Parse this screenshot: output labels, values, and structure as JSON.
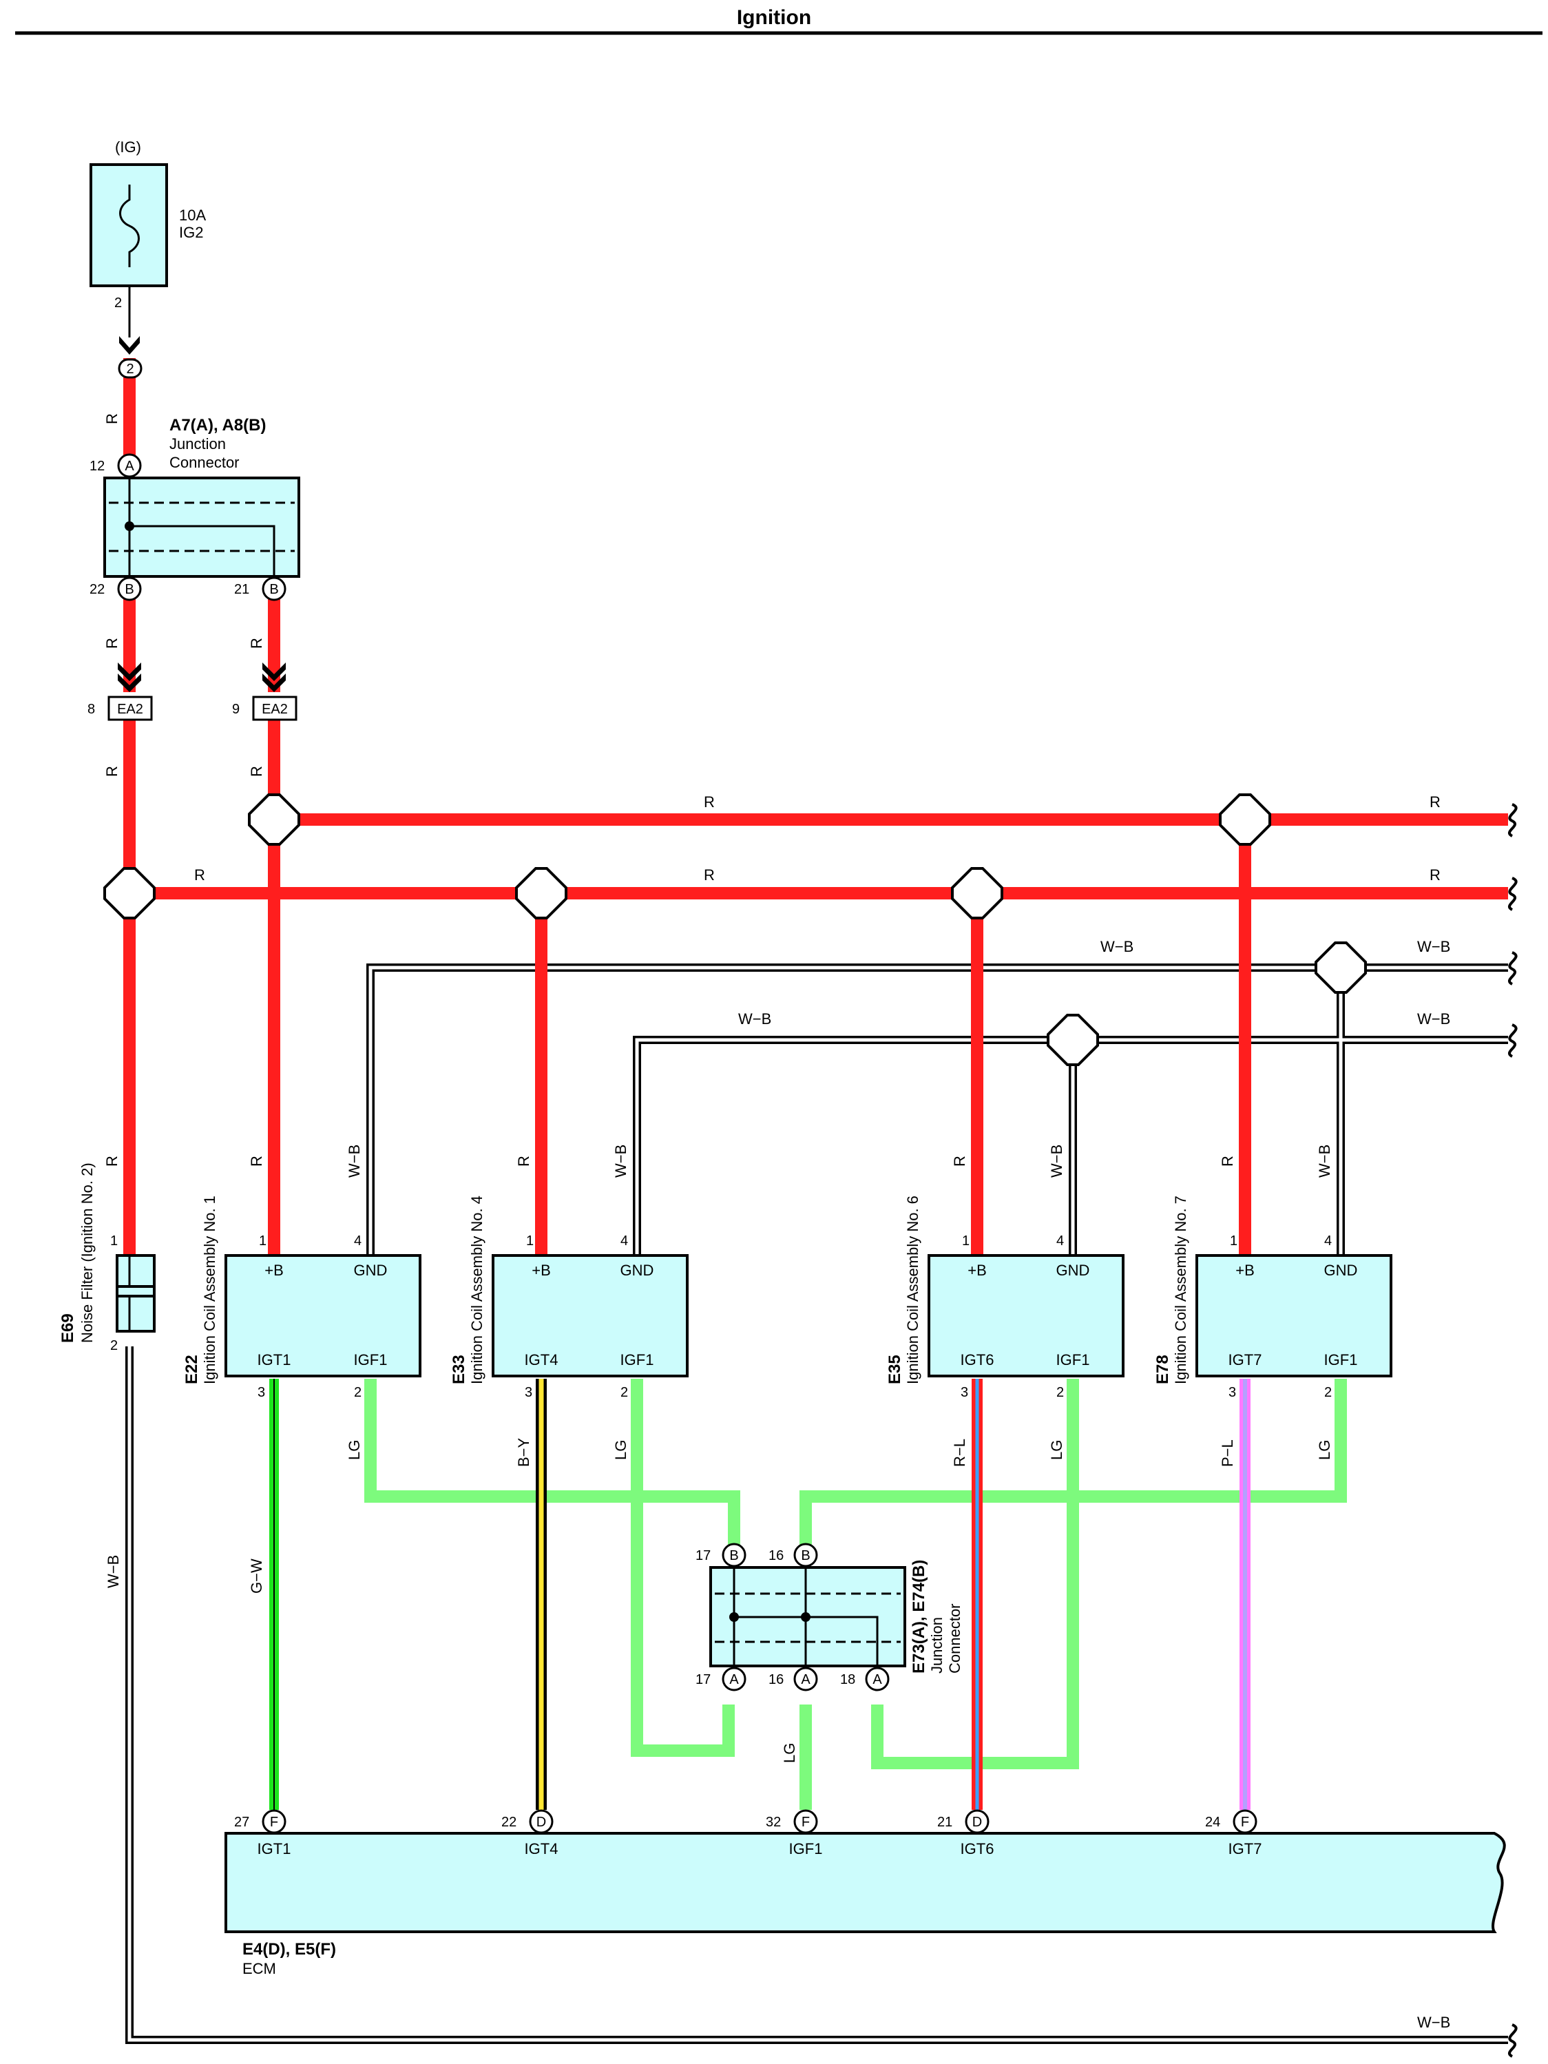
{
  "title": "Ignition",
  "colors": {
    "red": "#ff1e1e",
    "light_green": "#7dfa7d",
    "green": "#1ee61e",
    "yellow": "#ffe633",
    "pink": "#ff78ff",
    "lilac": "#b4a0ff",
    "cyan": "#bff8f8",
    "box_fill": "#ccfcfc"
  },
  "fuse": {
    "source": "(IG)",
    "rating": "10A",
    "name": "IG2",
    "pin": "2"
  },
  "top_connector": {
    "pin": "2"
  },
  "jc_a7": {
    "code": "A7(A), A8(B)",
    "line1": "Junction",
    "line2": "Connector",
    "pin_top": "A",
    "pin_top_num": "12",
    "pin_b1": "B",
    "pin_b1_num": "22",
    "pin_b2": "B",
    "pin_b2_num": "21"
  },
  "ea2_left": {
    "label": "EA2",
    "num": "8"
  },
  "ea2_right": {
    "label": "EA2",
    "num": "9"
  },
  "noise_filter": {
    "code": "E69",
    "name": "Noise Filter (Ignition No. 2)",
    "pin1": "1",
    "pin2": "2"
  },
  "coils": [
    {
      "code": "E22",
      "name": "Ignition Coil Assembly No. 1",
      "plus": "+B",
      "gnd": "GND",
      "igt": "IGT1",
      "igf": "IGF1",
      "p1": "1",
      "p4": "4",
      "p3": "3",
      "p2": "2"
    },
    {
      "code": "E33",
      "name": "Ignition Coil Assembly No. 4",
      "plus": "+B",
      "gnd": "GND",
      "igt": "IGT4",
      "igf": "IGF1",
      "p1": "1",
      "p4": "4",
      "p3": "3",
      "p2": "2"
    },
    {
      "code": "E35",
      "name": "Ignition Coil Assembly No. 6",
      "plus": "+B",
      "gnd": "GND",
      "igt": "IGT6",
      "igf": "IGF1",
      "p1": "1",
      "p4": "4",
      "p3": "3",
      "p2": "2"
    },
    {
      "code": "E78",
      "name": "Ignition Coil Assembly No. 7",
      "plus": "+B",
      "gnd": "GND",
      "igt": "IGT7",
      "igf": "IGF1",
      "p1": "1",
      "p4": "4",
      "p3": "3",
      "p2": "2"
    }
  ],
  "jc_e73": {
    "code": "E73(A), E74(B)",
    "line1": "Junction",
    "line2": "Connector",
    "top_pins": [
      {
        "letter": "B",
        "num": "17"
      },
      {
        "letter": "B",
        "num": "16"
      }
    ],
    "bottom_pins": [
      {
        "letter": "A",
        "num": "17"
      },
      {
        "letter": "A",
        "num": "16"
      },
      {
        "letter": "A",
        "num": "18"
      }
    ]
  },
  "ecm": {
    "code": "E4(D), E5(F)",
    "name": "ECM",
    "pins": [
      {
        "num": "27",
        "letter": "F",
        "label": "IGT1"
      },
      {
        "num": "22",
        "letter": "D",
        "label": "IGT4"
      },
      {
        "num": "32",
        "letter": "F",
        "label": "IGF1"
      },
      {
        "num": "21",
        "letter": "D",
        "label": "IGT6"
      },
      {
        "num": "24",
        "letter": "F",
        "label": "IGT7"
      }
    ]
  },
  "wire_labels": {
    "r": "R",
    "wb": "W−B",
    "lg": "LG",
    "gw": "G−W",
    "by": "B−Y",
    "rl": "R−L",
    "pl": "P−L"
  }
}
